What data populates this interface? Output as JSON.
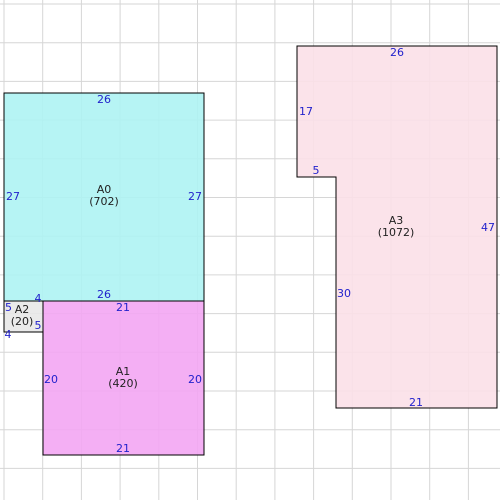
{
  "colors": {
    "grid": "#d6d6d6",
    "outline": "#000000",
    "dimension_text": "#2222cc"
  },
  "rooms": [
    {
      "name": "A0",
      "area": "(702)",
      "fill": "#aef3f3",
      "dimensions": {
        "top": "26",
        "left": "27",
        "right": "27",
        "bottom": "26"
      }
    },
    {
      "name": "A1",
      "area": "(420)",
      "fill": "#f3a6f3",
      "dimensions": {
        "top": "21",
        "left": "20",
        "right": "20",
        "bottom": "21"
      }
    },
    {
      "name": "A2",
      "area": "(20)",
      "fill": "#e8e8e8",
      "dimensions": {
        "left": "5",
        "top": "4",
        "right": "5",
        "bottom": "4"
      }
    },
    {
      "name": "A3",
      "area": "(1072)",
      "fill": "#fbe0e8",
      "dimensions": {
        "top": "26",
        "left_upper": "17",
        "notch": "5",
        "left_lower": "30",
        "right": "47",
        "bottom": "21"
      }
    }
  ]
}
